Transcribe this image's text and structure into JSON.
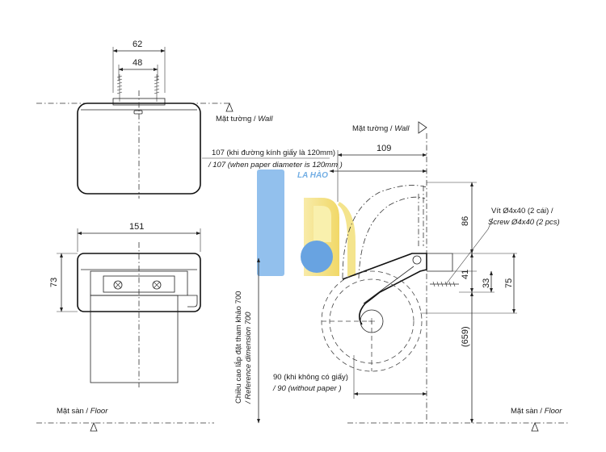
{
  "dimensions": {
    "top_outer": "62",
    "top_inner": "48",
    "front_width": "151",
    "front_height": "73",
    "side_offset": "109",
    "side_86": "86",
    "side_41": "41",
    "side_33": "33",
    "side_75": "75",
    "side_659": "(659)"
  },
  "labels": {
    "wall_vi": "Mặt tường / ",
    "wall_en": "Wall",
    "floor_vi": "Mặt sàn / ",
    "floor_en": "Floor",
    "paper_107_vi": "107 (khi đường kính giấy là 120mm)",
    "paper_107_en": "/ 107 (when  paper diameter is 120mm )",
    "paper_90_vi": "90 (khi không có giấy)",
    "paper_90_en": "/ 90 (without paper )",
    "screw_vi": "Vít Ø4x40 (2 cái) /",
    "screw_en": "Screw Ø4x40 (2 pcs)",
    "ref_height_vi": "Chiều cao lắp đặt tham khảo 700",
    "ref_height_en": "/ Reference dimension 700"
  },
  "watermark": {
    "text": "LA HÀO",
    "color_blue": "#5aa0e0",
    "color_yellow": "#f2dc6a"
  }
}
